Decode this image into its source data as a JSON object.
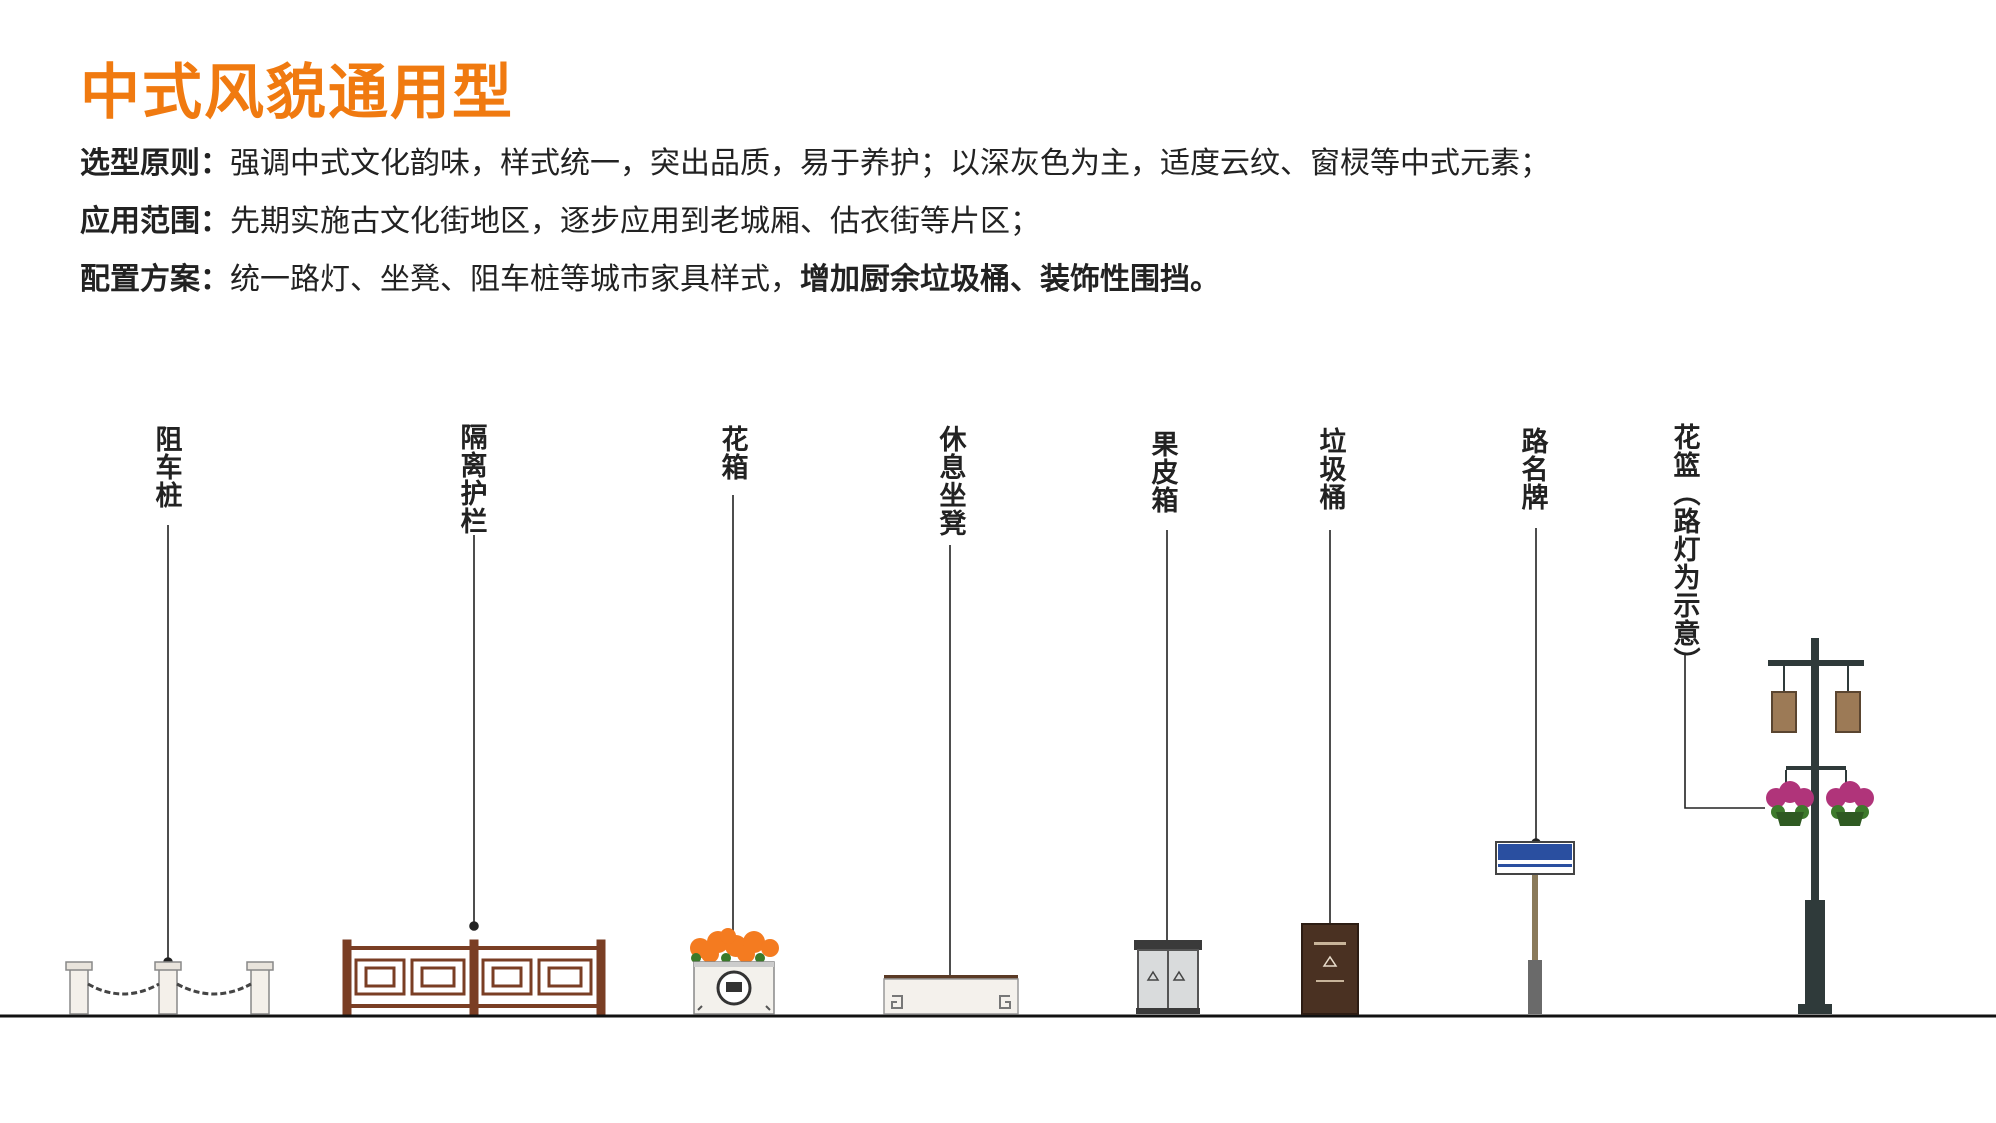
{
  "title": "中式风貌通用型",
  "principle": {
    "label": "选型原则：",
    "text": "强调中式文化韵味，样式统一，突出品质，易于养护；以深灰色为主，适度云纹、窗棂等中式元素；"
  },
  "scope": {
    "label": "应用范围：",
    "text": "先期实施古文化街地区，逐步应用到老城厢、估衣街等片区；"
  },
  "config": {
    "label": "配置方案：",
    "text": "统一路灯、坐凳、阻车桩等城市家具样式，",
    "emphasis": "增加厨余垃圾桶、装饰性围挡。"
  },
  "items": [
    {
      "label": "阻车桩"
    },
    {
      "label": "隔离护栏"
    },
    {
      "label": "花箱"
    },
    {
      "label": "休息坐凳"
    },
    {
      "label": "果皮箱"
    },
    {
      "label": "垃圾桶"
    },
    {
      "label": "路名牌"
    },
    {
      "label": "花篮（路灯为示意）"
    }
  ],
  "colors": {
    "title": "#f07a10",
    "rail_wood": "#7a3e24",
    "lamp_dark": "#2f3a3a",
    "lantern": "#9c7a56",
    "bin_brown": "#4a3122",
    "sign_blue": "#2a4fa0",
    "flower_orange": "#f47b20",
    "flower_purple": "#b0347a"
  }
}
